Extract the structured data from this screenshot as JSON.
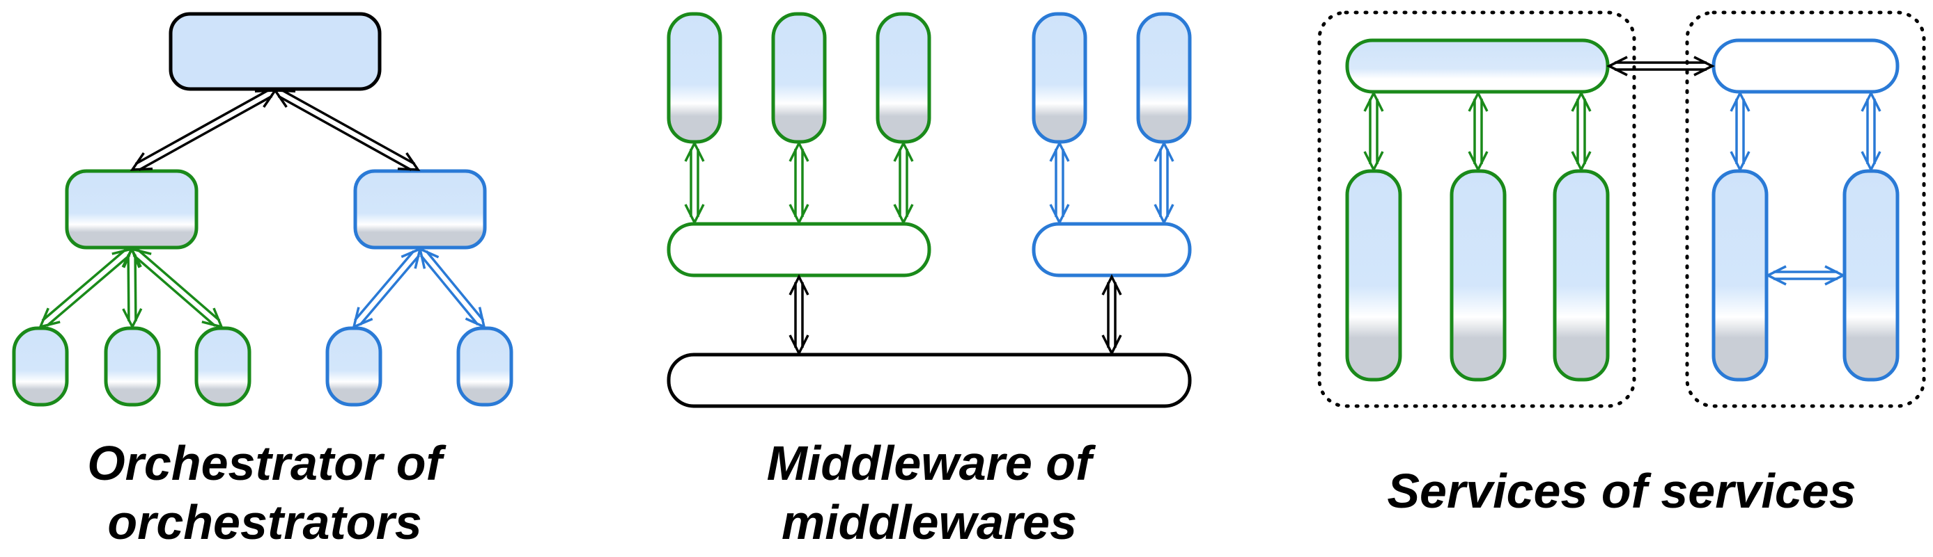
{
  "colors": {
    "black": "#000000",
    "green": "#1a8a1a",
    "blue": "#2a7ad6",
    "fill_light": "#cfe3fa",
    "fill_gray": "#c9ced6"
  },
  "panels": {
    "orchestrator": {
      "caption_line1": "Orchestrator of",
      "caption_line2": "orchestrators"
    },
    "middleware": {
      "caption_line1": "Middleware of",
      "caption_line2": "middlewares"
    },
    "services": {
      "caption_line1": "Services of services"
    }
  }
}
